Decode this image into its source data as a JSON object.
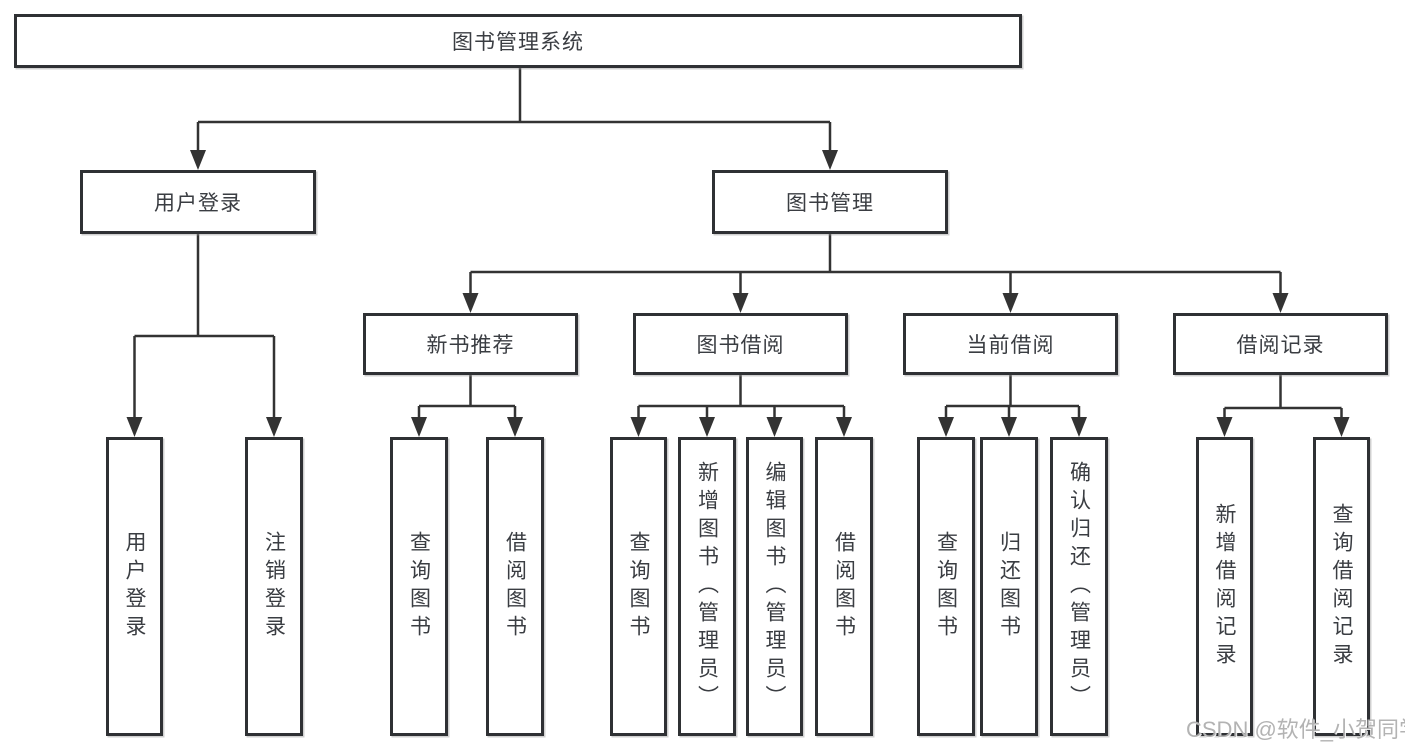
{
  "diagram": {
    "title": "图书管理系统",
    "tree": {
      "root": {
        "label": "图书管理系统",
        "children": [
          {
            "label": "用户登录",
            "children": [
              {
                "label": "用户登录"
              },
              {
                "label": "注销登录"
              }
            ]
          },
          {
            "label": "图书管理",
            "children": [
              {
                "label": "新书推荐",
                "children": [
                  {
                    "label": "查询图书"
                  },
                  {
                    "label": "借阅图书"
                  }
                ]
              },
              {
                "label": "图书借阅",
                "children": [
                  {
                    "label": "查询图书"
                  },
                  {
                    "label": "新增图书（管理员）"
                  },
                  {
                    "label": "编辑图书（管理员）"
                  },
                  {
                    "label": "借阅图书"
                  }
                ]
              },
              {
                "label": "当前借阅",
                "children": [
                  {
                    "label": "查询图书"
                  },
                  {
                    "label": "归还图书"
                  },
                  {
                    "label": "确认归还（管理员）"
                  }
                ]
              },
              {
                "label": "借阅记录",
                "children": [
                  {
                    "label": "新增借阅记录"
                  },
                  {
                    "label": "查询借阅记录"
                  }
                ]
              }
            ]
          }
        ]
      }
    },
    "colors": {
      "line": "#333333",
      "box_border": "#2f3134",
      "text": "#3a3d42",
      "background": "#ffffff",
      "watermark": "#afafaf"
    }
  },
  "watermark": "CSDN @软件_小贺同学"
}
